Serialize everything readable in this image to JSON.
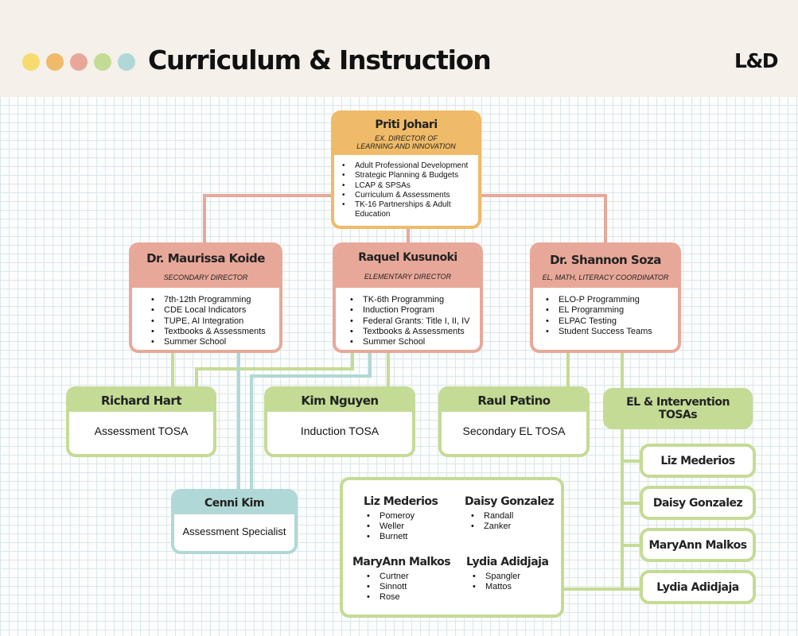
{
  "header": {
    "title": "Curriculum & Instruction",
    "logo": "L&D",
    "dot_colors": [
      "#f7db6e",
      "#efbb68",
      "#e8a899",
      "#c4db95",
      "#b0d8d6"
    ]
  },
  "director": {
    "name": "Priti Johari",
    "role_line1": "EX. DIRECTOR OF",
    "role_line2": "LEARNING AND INNOVATION",
    "duties": [
      "Adult Professional Development",
      "Strategic Planning & Budgets",
      "LCAP & SPSAs",
      "Curriculum & Assessments",
      "TK-16 Partnerships & Adult Education"
    ]
  },
  "managers": [
    {
      "name": "Dr. Maurissa Koide",
      "role": "SECONDARY DIRECTOR",
      "duties": [
        "7th-12th Programming",
        "CDE Local Indicators",
        "TUPE, AI Integration",
        "Textbooks & Assessments",
        "Summer School"
      ]
    },
    {
      "name": "Raquel Kusunoki",
      "role": "ELEMENTARY DIRECTOR",
      "duties": [
        "TK-6th Programming",
        "Induction Program",
        "Federal Grants: Title I, II, IV",
        "Textbooks & Assessments",
        "Summer School"
      ]
    },
    {
      "name": "Dr. Shannon Soza",
      "role": "EL, MATH, LITERACY COORDINATOR",
      "duties": [
        "ELO-P Programming",
        "EL Programming",
        "ELPAC Testing",
        "Student Success Teams"
      ]
    }
  ],
  "tosas": [
    {
      "name": "Richard Hart",
      "role": "Assessment TOSA"
    },
    {
      "name": "Kim Nguyen",
      "role": "Induction TOSA"
    },
    {
      "name": "Raul Patino",
      "role": "Secondary EL TOSA"
    }
  ],
  "specialist": {
    "name": "Cenni Kim",
    "role": "Assessment Specialist"
  },
  "el_group": {
    "title": "EL & Intervention TOSAs",
    "members": [
      "Liz Mederios",
      "Daisy Gonzalez",
      "MaryAnn Malkos",
      "Lydia Adidjaja"
    ]
  },
  "schools": [
    {
      "name": "Liz Mederios",
      "sites": [
        "Pomeroy",
        "Weller",
        "Burnett"
      ]
    },
    {
      "name": "Daisy Gonzalez",
      "sites": [
        "Randall",
        "Zanker"
      ]
    },
    {
      "name": "MaryAnn Malkos",
      "sites": [
        "Curtner",
        "Sinnott",
        "Rose"
      ]
    },
    {
      "name": "Lydia Adidjaja",
      "sites": [
        "Spangler",
        "Mattos"
      ]
    }
  ],
  "colors": {
    "orange": "#efbb68",
    "salmon": "#e8a899",
    "green": "#c4db95",
    "teal": "#b0d8d6",
    "header_bg": "#f5f0e9"
  }
}
